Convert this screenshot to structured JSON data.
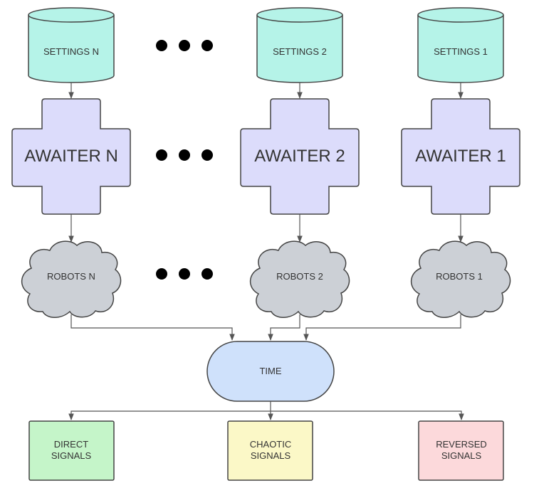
{
  "columns": [
    {
      "settings": "SETTINGS N",
      "awaiter": "AWAITER N",
      "robots": "ROBOTS N"
    },
    {
      "settings": "SETTINGS 2",
      "awaiter": "AWAITER 2",
      "robots": "ROBOTS 2"
    },
    {
      "settings": "SETTINGS 1",
      "awaiter": "AWAITER 1",
      "robots": "ROBOTS 1"
    }
  ],
  "time": "TIME",
  "outputs": {
    "direct": [
      "DIRECT",
      "SIGNALS"
    ],
    "chaotic": [
      "CHAOTIC",
      "SIGNALS"
    ],
    "reversed": [
      "REVERSED",
      "SIGNALS"
    ]
  },
  "colors": {
    "settings_fill": "#b5f3e8",
    "awaiter_fill": "#dcdcfb",
    "robots_fill": "#ccd0d6",
    "time_fill": "#cfe1fb",
    "direct_fill": "#c5f5c9",
    "chaotic_fill": "#fbf8c7",
    "reversed_fill": "#fcd9db",
    "stroke": "#444444"
  },
  "icons": [
    "ellipsis-dots-icon"
  ]
}
